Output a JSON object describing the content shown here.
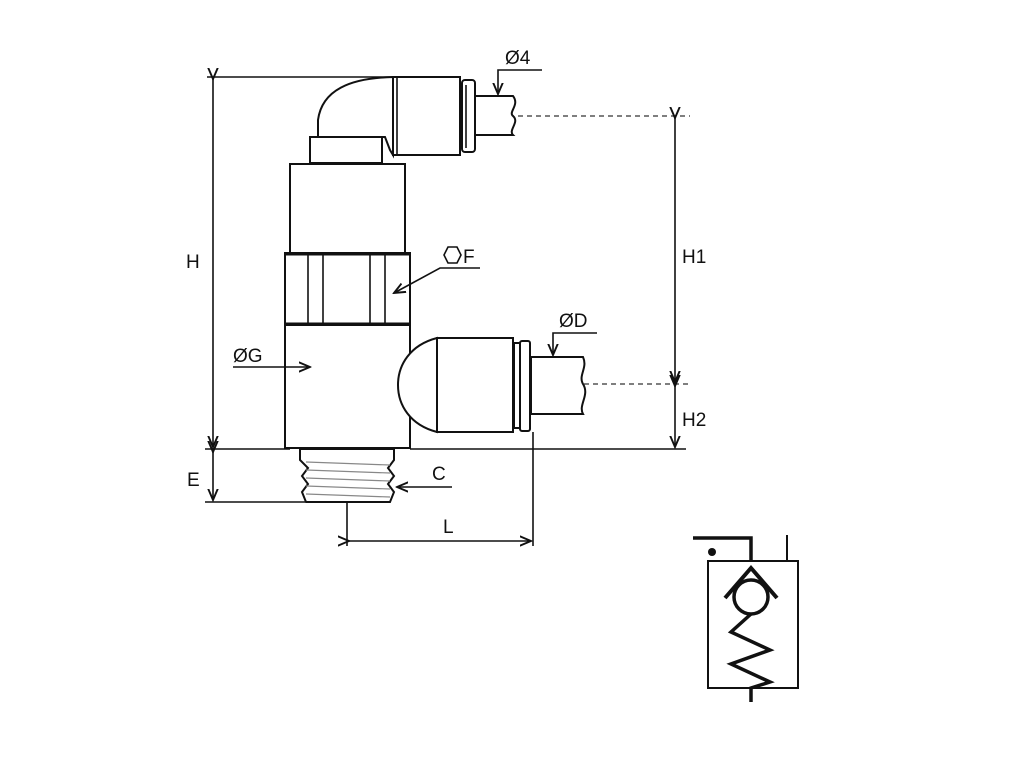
{
  "labels": {
    "height": "H",
    "height_1": "H1",
    "height_2": "H2",
    "thread_length": "E",
    "thread": "C",
    "length": "L",
    "body_diameter": "ØG",
    "hex_size": "F",
    "top_tube_diameter": "Ø4",
    "side_tube_diameter": "ØD"
  },
  "symbol": {
    "type": "pneumatic-check-valve-with-spring"
  }
}
